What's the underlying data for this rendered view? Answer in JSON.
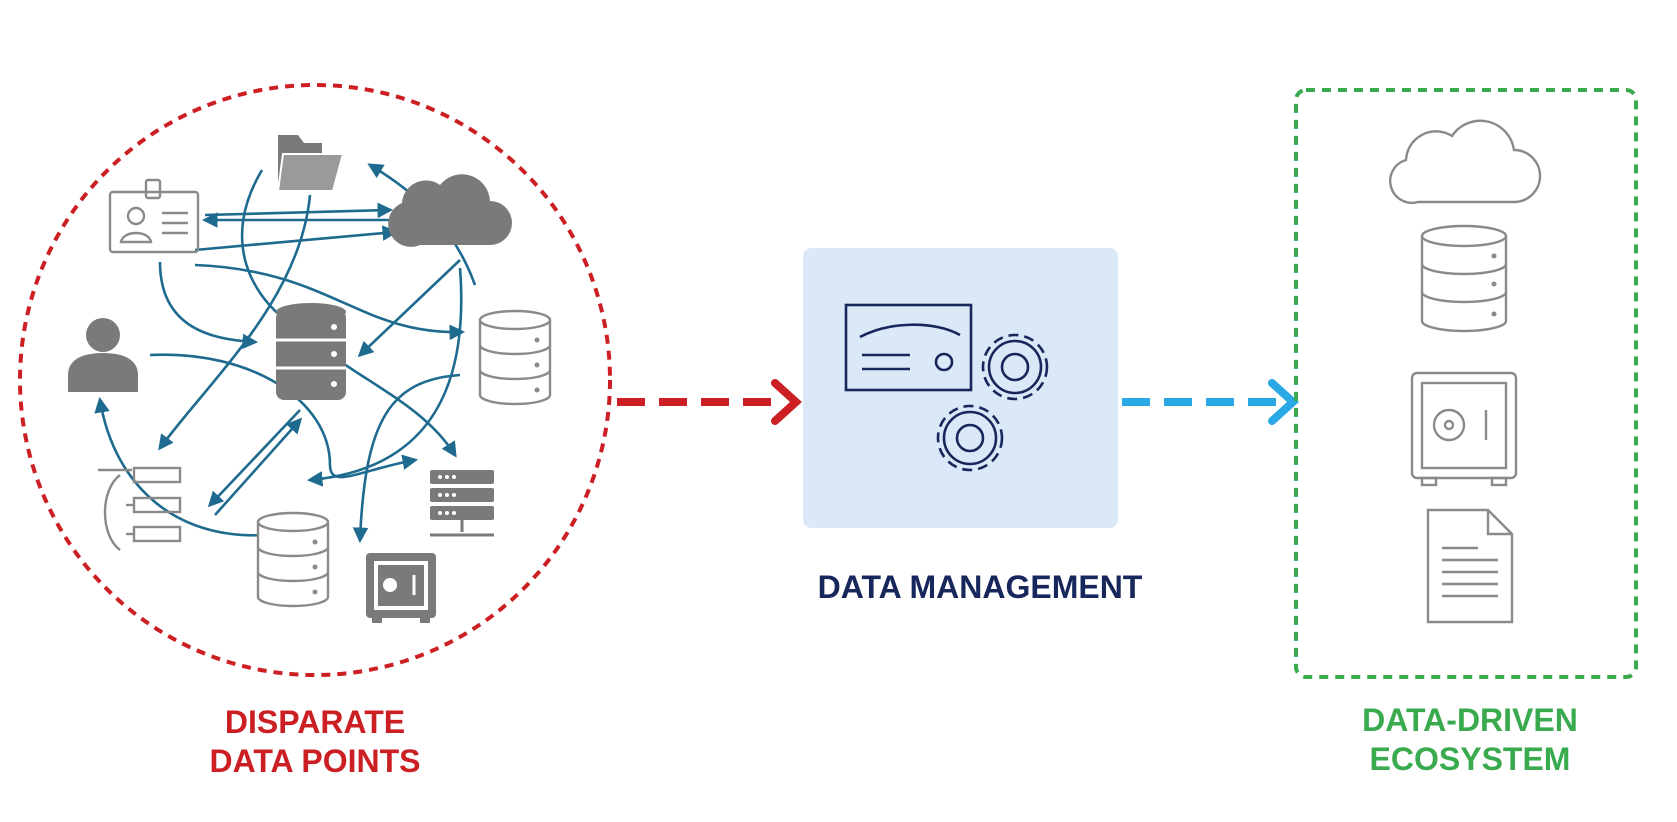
{
  "labels": {
    "disparate_line1": "DISPARATE",
    "disparate_line2": "DATA POINTS",
    "data_management": "DATA MANAGEMENT",
    "ecosystem_line1": "DATA-DRIVEN",
    "ecosystem_line2": "ECOSYSTEM"
  },
  "colors": {
    "disparate_red": "#cc1f24",
    "management_navy": "#17275c",
    "management_panel": "#dbe8f7",
    "flow_arrow_blue": "#2aa8e6",
    "ecosystem_green": "#3aaa4e",
    "connector_teal": "#1f6a8f",
    "icon_gray": "#7a7a7a"
  },
  "disparate_icons": [
    "folder-icon",
    "id-card-icon",
    "cloud-icon",
    "user-icon",
    "database-icon",
    "database-outline-icon",
    "org-chart-icon",
    "database-outline-icon",
    "safe-icon",
    "server-icon"
  ],
  "ecosystem_icons": [
    "cloud-outline-icon",
    "database-outline-icon",
    "safe-outline-icon",
    "document-icon"
  ],
  "management_icons": [
    "certificate-icon",
    "gear-icon"
  ]
}
